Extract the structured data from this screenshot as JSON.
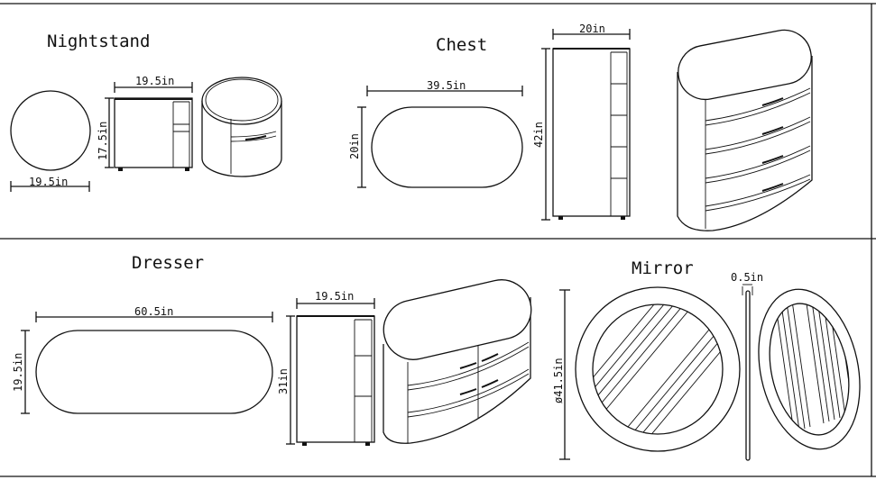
{
  "sections": {
    "nightstand": {
      "title": "Nightstand",
      "top_width": "19.5in",
      "front_width": "19.5in",
      "height": "17.5in"
    },
    "chest": {
      "title": "Chest",
      "top_length": "39.5in",
      "top_depth": "20in",
      "side_width": "20in",
      "height": "42in"
    },
    "dresser": {
      "title": "Dresser",
      "top_length": "60.5in",
      "top_depth": "19.5in",
      "side_width": "19.5in",
      "height": "31in"
    },
    "mirror": {
      "title": "Mirror",
      "diameter": "ø41.5in",
      "thickness": "0.5in"
    }
  },
  "colors": {
    "line": "#111111",
    "background": "#ffffff"
  }
}
